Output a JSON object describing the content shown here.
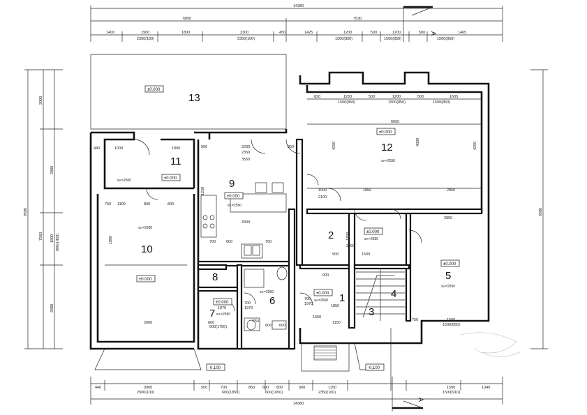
{
  "top_dims": {
    "overall_a": "14380",
    "left_total": "6850",
    "right_total": "7530",
    "segments": [
      "1400",
      "1900",
      "1800",
      "2300",
      "450",
      "1425",
      "1200",
      "500",
      "1200",
      "500",
      "1465"
    ],
    "openings": [
      "2350(100)",
      "2350(100)",
      "1500(850)",
      "1500(850)",
      "1500(850)"
    ]
  },
  "bottom_dims": {
    "total": "14380",
    "segments": [
      "440",
      "3000",
      "500",
      "700",
      "850",
      "800",
      "800",
      "900",
      "1150",
      "1500",
      "1040"
    ],
    "openings": [
      "2500(100)",
      "600(1850)",
      "600(1650)",
      "2350(100)",
      "1500(910)"
    ]
  },
  "left_dims": [
    "9580",
    "2000",
    "2880",
    "7560",
    "1800",
    "900(1450)",
    "2880"
  ],
  "right_dims": [
    "9580"
  ],
  "section_marks": [
    "A",
    "A"
  ],
  "rooms": [
    {
      "num": "13",
      "level": "±0.000",
      "height": ""
    },
    {
      "num": "12",
      "level": "±0.000",
      "height": "sv.=2550"
    },
    {
      "num": "11",
      "level": "±0.000",
      "height": "sv.=2500"
    },
    {
      "num": "9",
      "level": "±0.000",
      "height": "sv.=2550"
    },
    {
      "num": "10",
      "level": "±0.000",
      "height": "sv.=2500"
    },
    {
      "num": "2",
      "level": "±0.000",
      "height": "sv.=2550"
    },
    {
      "num": "5",
      "level": "±0.000",
      "height": "sv.=2550"
    },
    {
      "num": "8",
      "level": "",
      "height": ""
    },
    {
      "num": "6",
      "level": "",
      "height": "sv.=2550"
    },
    {
      "num": "7",
      "level": "±0.000",
      "height": "sv.=2550"
    },
    {
      "num": "1",
      "level": "±0.000",
      "height": "sv.=2500"
    },
    {
      "num": "3",
      "level": "",
      "height": ""
    },
    {
      "num": "4",
      "level": "",
      "height": ""
    }
  ],
  "exterior_levels": [
    "-0,100",
    "-0,100"
  ],
  "inner_dims": {
    "r12_top": [
      "820",
      "1200",
      "500",
      "1200",
      "500",
      "1605"
    ],
    "r12_top_open": [
      "1500(850)",
      "1500(850)",
      "1500(850)"
    ],
    "r12_width": "6650",
    "r12_height_l": "4250",
    "r12_height_r": "4250",
    "r12_mid": "4000",
    "r12_bottom": [
      "1000",
      "1850",
      "2850"
    ],
    "r9_top": [
      "500",
      "2200",
      "850"
    ],
    "r9_open": "2350",
    "r9_width": "3550",
    "r9_width2": "3300",
    "r9_left": "1250",
    "r9_bottom": [
      "700",
      "600",
      "700"
    ],
    "r11_top": [
      "440",
      "1000",
      "1800"
    ],
    "r10_top": [
      "750",
      "1100",
      "800",
      "800"
    ],
    "r10_height": "1800",
    "r10_bottom": "3000",
    "r2_dims": [
      "3650",
      "1700",
      "900",
      "1500",
      "2100"
    ],
    "r5_top": "2850",
    "r5_bottom": [
      "750",
      "1500",
      "1500(850)"
    ],
    "r1_dims": [
      "900",
      "1150",
      "1850",
      "1650",
      "700",
      "1970"
    ],
    "r6_dims": [
      "700",
      "1970",
      "750",
      "600",
      "600"
    ],
    "r7_dims": [
      "700",
      "1970",
      "600",
      "600(1750)"
    ]
  }
}
